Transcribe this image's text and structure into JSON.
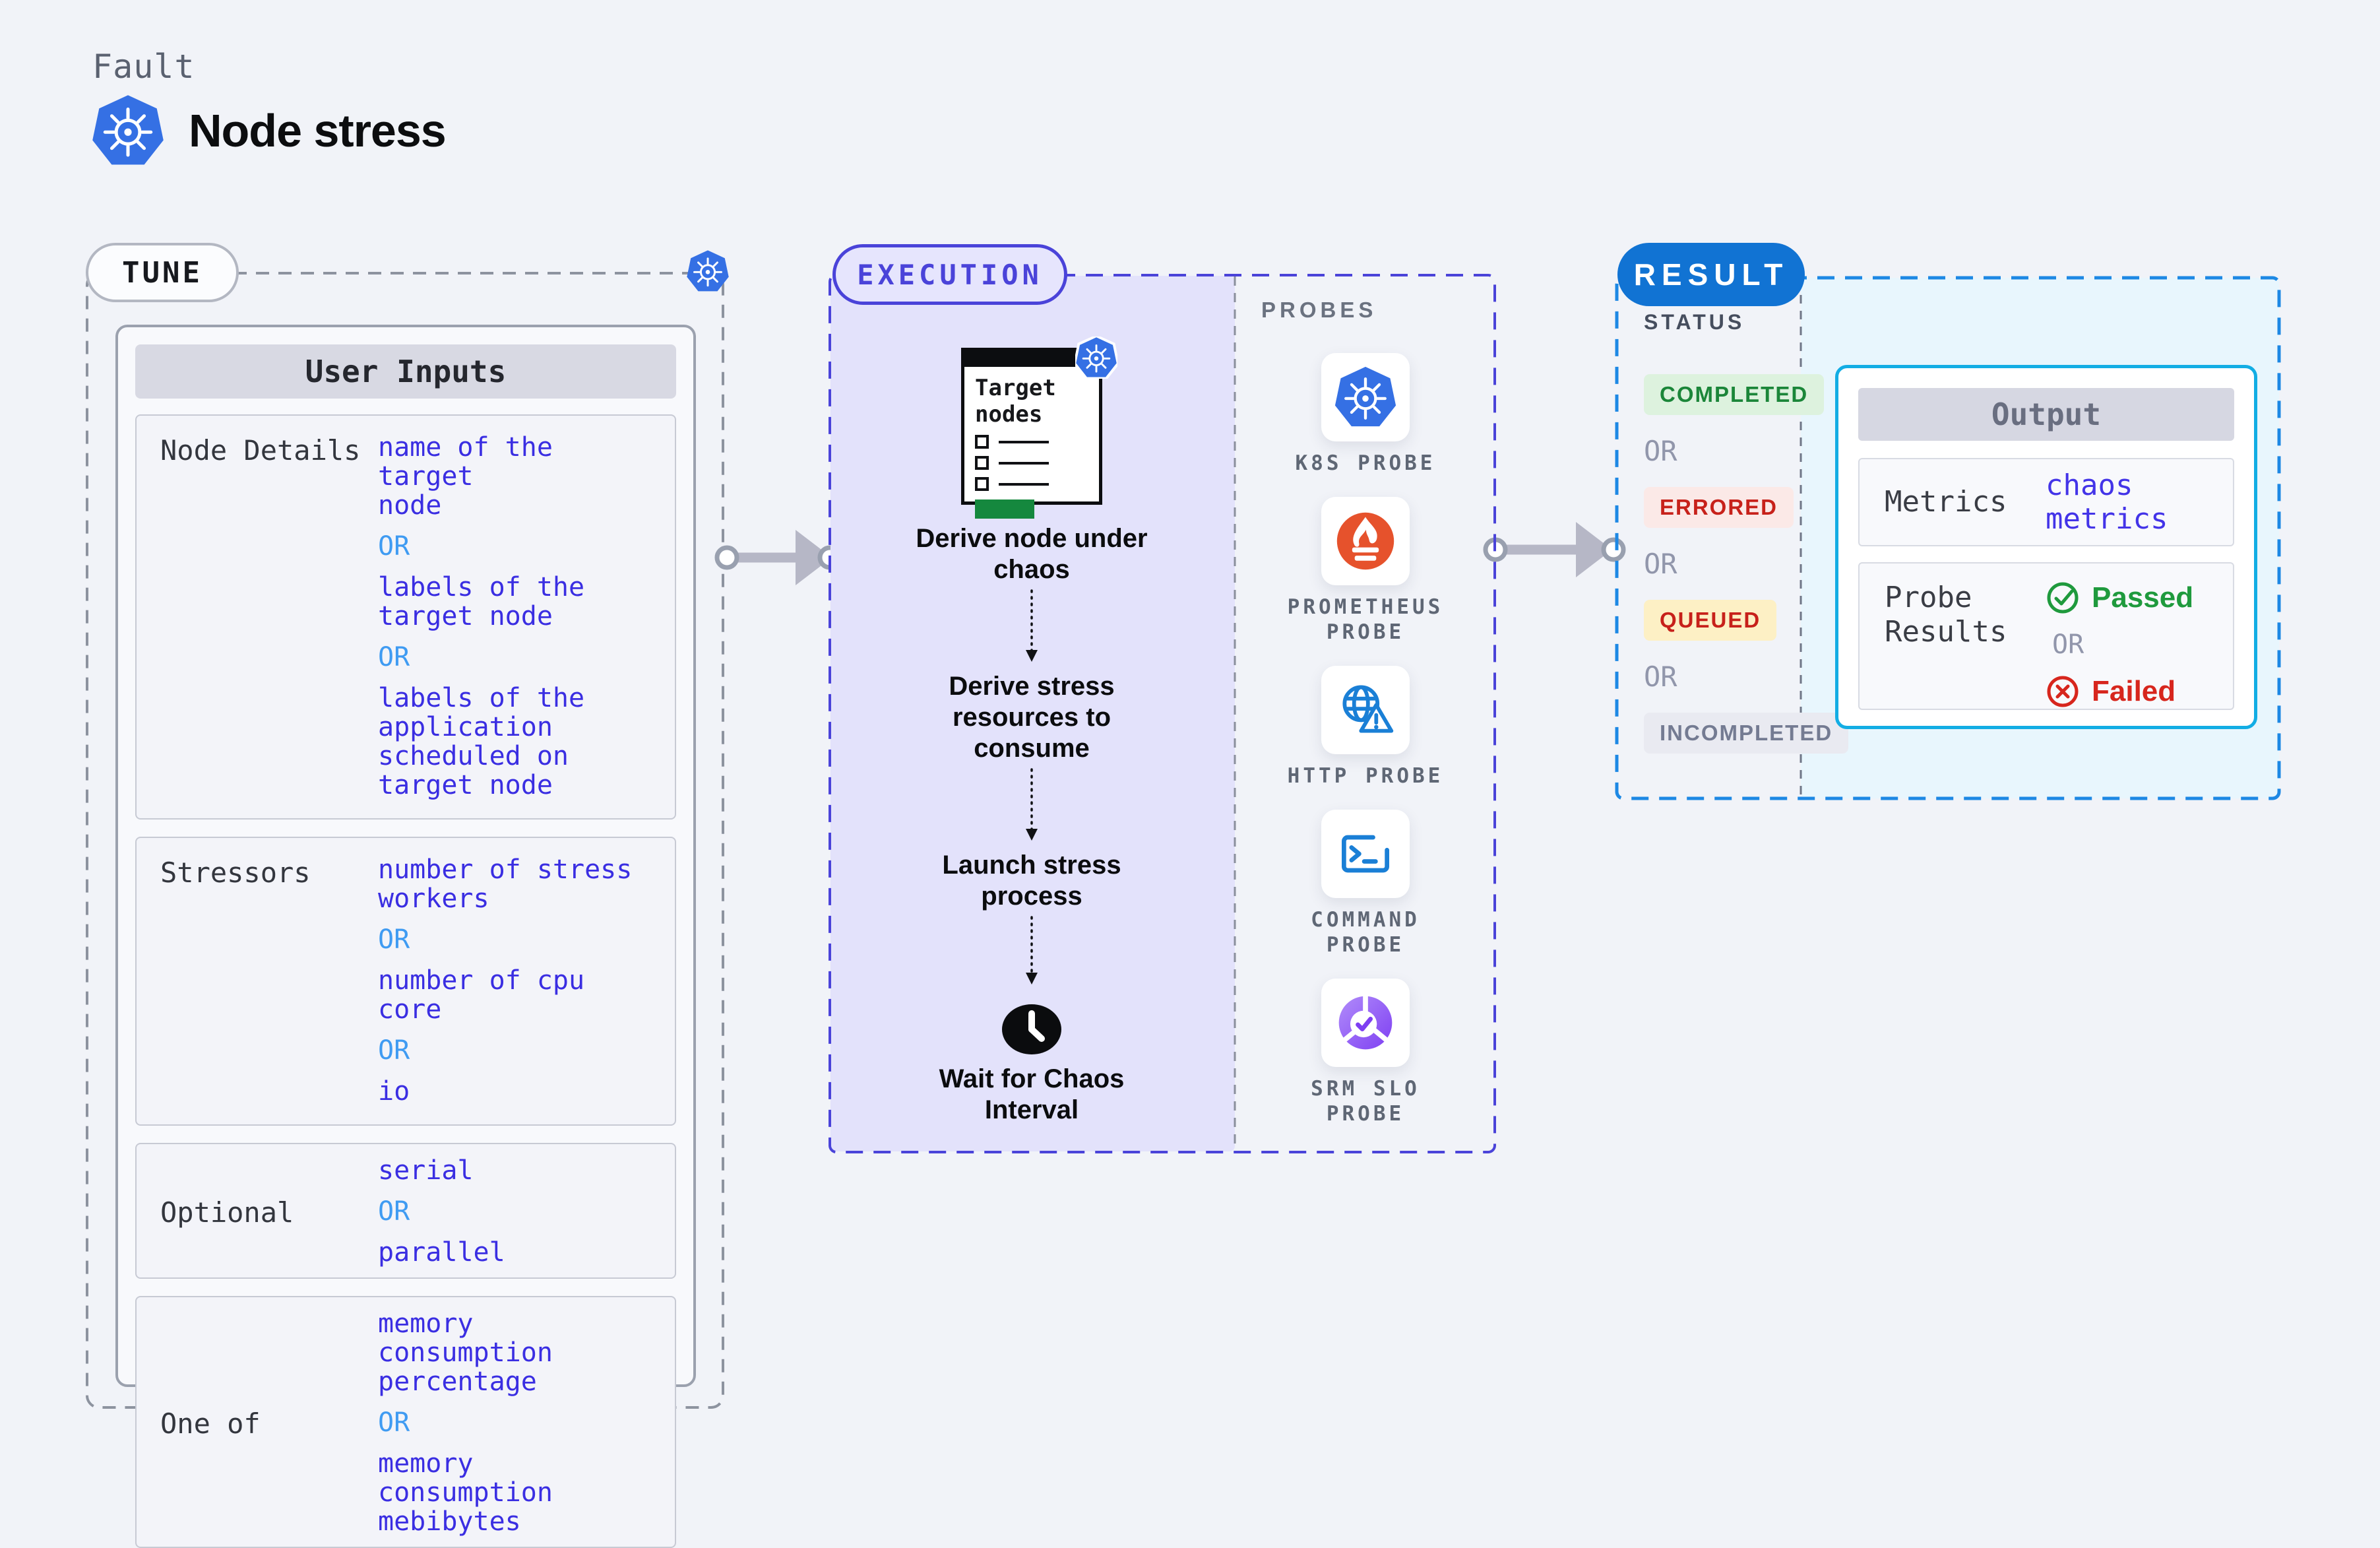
{
  "header": {
    "eyebrow": "Fault",
    "title": "Node stress"
  },
  "tune": {
    "badge": "TUNE",
    "table_title": "User Inputs",
    "rows": [
      {
        "label": "Node Details",
        "align": "top",
        "items": [
          {
            "kind": "value",
            "text": "name of the target\nnode"
          },
          {
            "kind": "or",
            "text": "OR"
          },
          {
            "kind": "value",
            "text": "labels of the\ntarget node"
          },
          {
            "kind": "or",
            "text": "OR"
          },
          {
            "kind": "value",
            "text": "labels of the application\n scheduled on target node"
          }
        ]
      },
      {
        "label": "Stressors",
        "align": "top",
        "items": [
          {
            "kind": "value",
            "text": "number of stress\nworkers"
          },
          {
            "kind": "or",
            "text": "OR"
          },
          {
            "kind": "value",
            "text": "number of cpu\ncore"
          },
          {
            "kind": "or",
            "text": "OR"
          },
          {
            "kind": "value",
            "text": "io"
          }
        ]
      },
      {
        "label": "Optional",
        "align": "center",
        "items": [
          {
            "kind": "value",
            "text": "serial"
          },
          {
            "kind": "or",
            "text": "OR"
          },
          {
            "kind": "value",
            "text": "parallel"
          }
        ]
      },
      {
        "label": "One of",
        "align": "center",
        "items": [
          {
            "kind": "value",
            "text": "memory consumption\npercentage"
          },
          {
            "kind": "or",
            "text": "OR"
          },
          {
            "kind": "value",
            "text": "memory consumption\nmebibytes"
          }
        ]
      }
    ],
    "value_color": "#3a2ee2",
    "or_color": "#3f9bf2"
  },
  "execution": {
    "badge": "EXECUTION",
    "accent_color": "#4a43d9",
    "fill_color": "#e3e2fb",
    "card_title": "Target\nnodes",
    "steps": [
      "Derive node under\nchaos",
      "Derive stress\nresources to\nconsume",
      "Launch stress\nprocess",
      "Wait for Chaos\nInterval"
    ]
  },
  "probes": {
    "title": "PROBES",
    "items": [
      {
        "icon": "k8s-probe-icon",
        "label": "K8S PROBE"
      },
      {
        "icon": "prometheus-probe-icon",
        "label": "PROMETHEUS\nPROBE"
      },
      {
        "icon": "http-probe-icon",
        "label": "HTTP PROBE"
      },
      {
        "icon": "command-probe-icon",
        "label": "COMMAND\nPROBE"
      },
      {
        "icon": "srm-slo-probe-icon",
        "label": "SRM SLO\nPROBE"
      }
    ]
  },
  "result": {
    "badge": "RESULT",
    "badge_color": "#1173d3",
    "border_color": "#1d88e4",
    "fill_color": "#e8f6fd",
    "status_title": "STATUS",
    "statuses": [
      {
        "kind": "badge",
        "text": "COMPLETED",
        "fg": "#1b8639",
        "bg": "#ddf2de"
      },
      {
        "kind": "or",
        "text": "OR"
      },
      {
        "kind": "badge",
        "text": "ERRORED",
        "fg": "#c7211a",
        "bg": "#fbe9e7"
      },
      {
        "kind": "or",
        "text": "OR"
      },
      {
        "kind": "badge",
        "text": "QUEUED",
        "fg": "#c7211a",
        "bg": "#fdf0c5"
      },
      {
        "kind": "or",
        "text": "OR"
      },
      {
        "kind": "badge",
        "text": "INCOMPLETED",
        "fg": "#747b92",
        "bg": "#e9eaf1"
      }
    ],
    "output": {
      "title": "Output",
      "metrics_label": "Metrics",
      "metrics_value": "chaos metrics",
      "metrics_value_color": "#4334e8",
      "probe_results_label": "Probe\nResults",
      "passed": "Passed",
      "passed_color": "#1f9a3d",
      "or": "OR",
      "failed": "Failed",
      "failed_color": "#d7261d"
    }
  }
}
